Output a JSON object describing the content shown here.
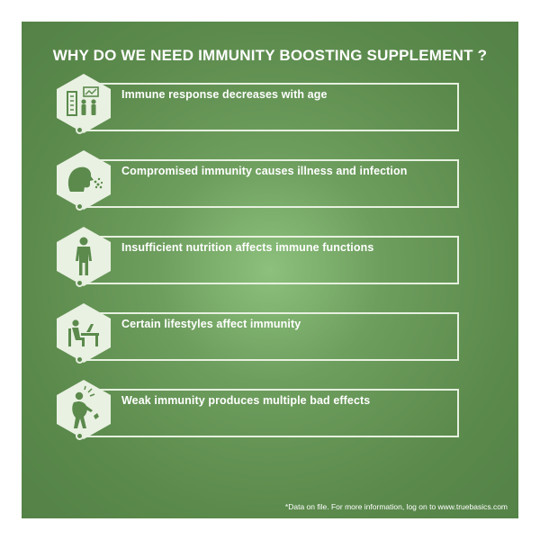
{
  "title": "WHY DO WE NEED IMMUNITY BOOSTING SUPPLEMENT ?",
  "items": [
    {
      "label": "Immune response decreases with age",
      "icon": "age-group-icon"
    },
    {
      "label": "Compromised immunity causes illness and infection",
      "icon": "sneezing-person-icon"
    },
    {
      "label": "Insufficient nutrition affects immune functions",
      "icon": "human-body-icon"
    },
    {
      "label": "Certain lifestyles affect immunity",
      "icon": "person-at-desk-icon"
    },
    {
      "label": "Weak immunity produces multiple bad effects",
      "icon": "sick-person-icon"
    }
  ],
  "footnote": "*Data on file. For more information, log on to www.truebasics.com",
  "colors": {
    "panel": "#5b8a4c",
    "hex": "#e9f1e2",
    "icon": "#5b8a4c",
    "line": "#e6f0df"
  }
}
